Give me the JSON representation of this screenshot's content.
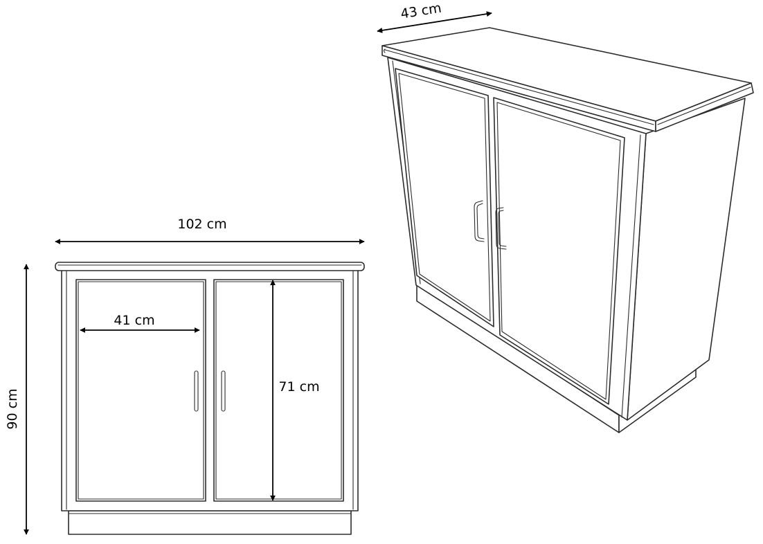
{
  "dimensions": {
    "width": "102 cm",
    "door_width": "41 cm",
    "door_height": "71 cm",
    "height": "90 cm",
    "depth": "43 cm"
  }
}
